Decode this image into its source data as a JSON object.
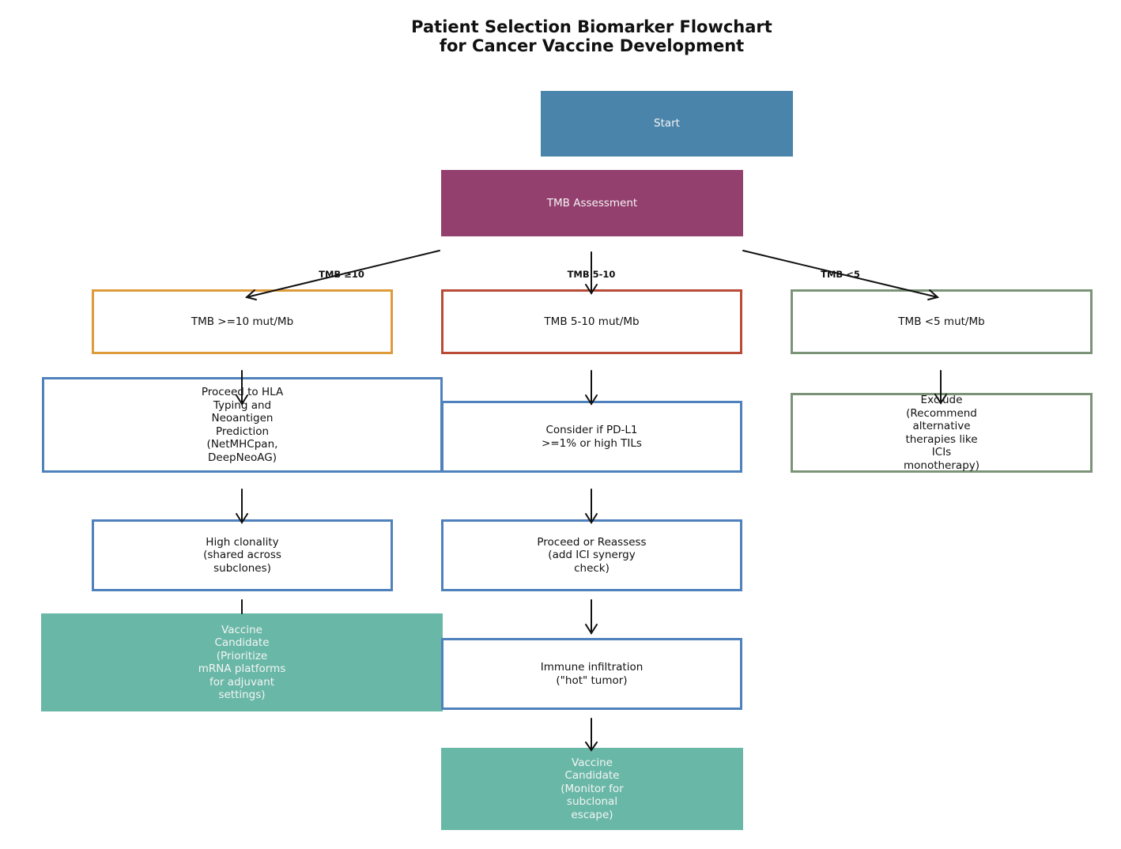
{
  "title": {
    "line1": "Patient Selection Biomarker Flowchart",
    "line2": "for Cancer Vaccine Development"
  },
  "colors": {
    "start": "#4a84aa",
    "assessment": "#93406e",
    "high_tmb_border": "#de9b3a",
    "mid_tmb_border": "#b94b36",
    "low_tmb_border": "#7b9478",
    "step_border": "#4f81bd",
    "vaccine_fill": "#69b8a7"
  },
  "nodes": {
    "start": "Start",
    "tmb_assessment": "TMB Assessment",
    "tmb_high": "TMB >=10 mut/Mb",
    "tmb_mid": "TMB 5-10 mut/Mb",
    "tmb_low": "TMB <5 mut/Mb",
    "hla_typing": "Proceed to HLA\nTyping and\nNeoantigen\nPrediction\n(NetMHCpan,\nDeepNeoAG)",
    "pdl1": "Consider if PD-L1\n>=1% or high TILs",
    "exclude": "Exclude\n(Recommend\nalternative\ntherapies like\nICIs\nmonotherapy)",
    "high_clonality": "High clonality\n(shared across\nsubclones)",
    "reassess": "Proceed or Reassess\n(add ICI synergy\ncheck)",
    "vaccine_high": "Vaccine\nCandidate\n(Prioritize\nmRNA platforms\nfor adjuvant\nsettings)",
    "immune_infiltration": "Immune infiltration\n(\"hot\" tumor)",
    "vaccine_mid": "Vaccine\nCandidate\n(Monitor for\nsubclonal\nescape)"
  },
  "edge_labels": {
    "high": "TMB ≥10",
    "mid": "TMB 5-10",
    "low": "TMB <5"
  }
}
